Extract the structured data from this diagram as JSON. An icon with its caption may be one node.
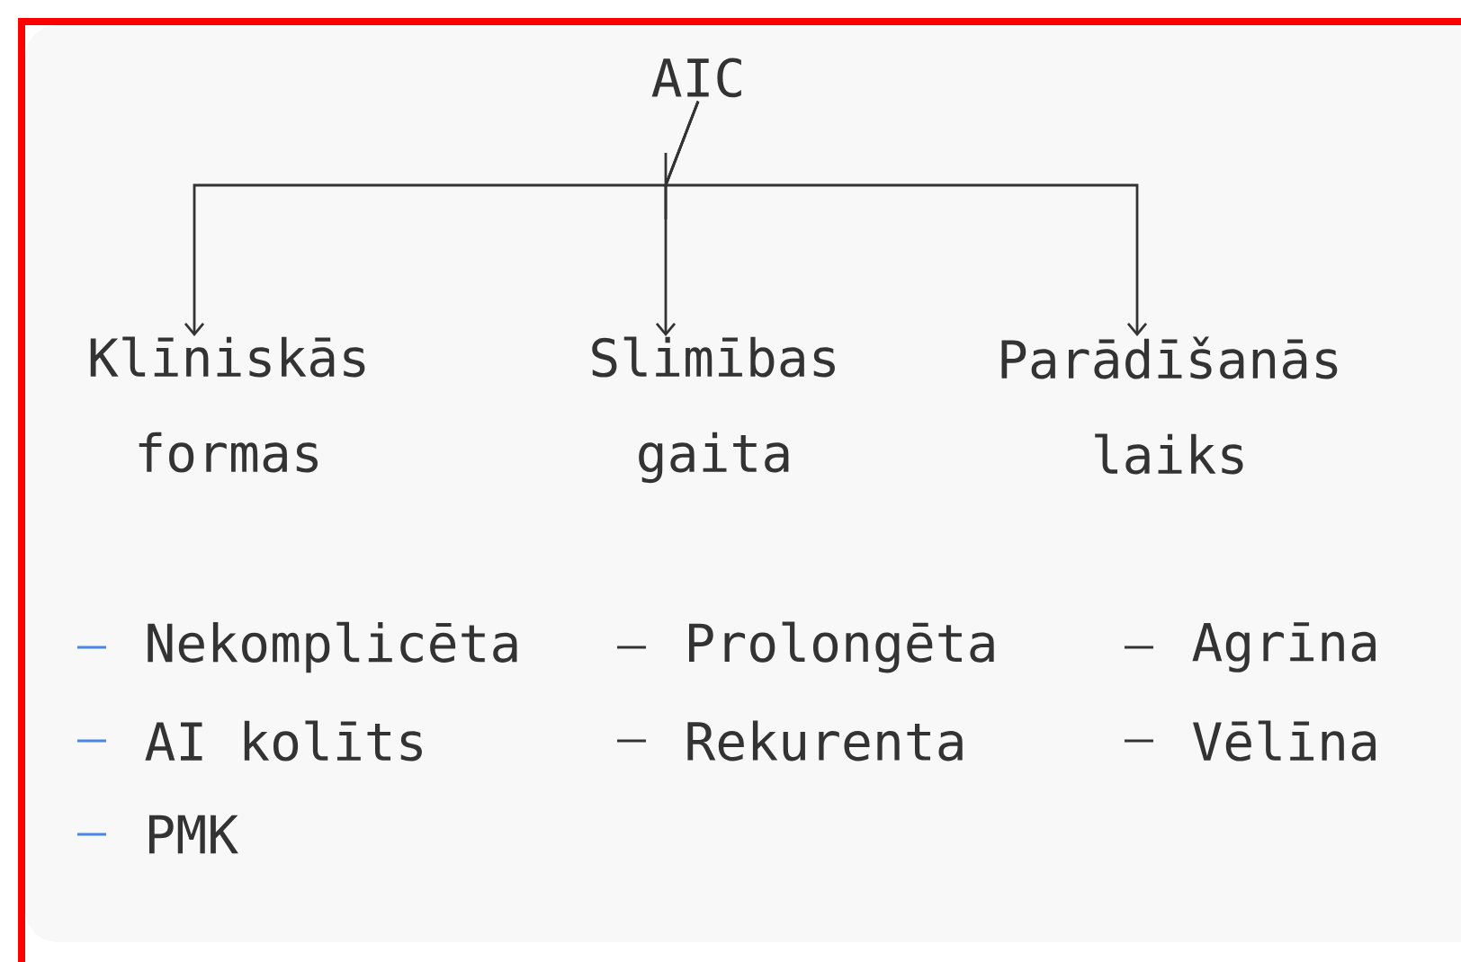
{
  "diagram": {
    "nodes": [
      {
        "text": [
          "AIC"
        ]
      },
      {
        "text": [
          "Klīniskās formas"
        ],
        "beside": [
          "Nekomplicēta",
          "AI kolīts",
          "PMK"
        ]
      },
      {
        "text": [
          "Slimības gaita"
        ],
        "beside": [
          "Prolongēta",
          "Rekurenta"
        ]
      },
      {
        "text": [
          "Parādīšanās laiks"
        ],
        "beside": [
          "Agrīna",
          "Vēlīna"
        ]
      }
    ],
    "edges": [
      {
        "from": 0,
        "to": 1,
        "arrow": "to"
      },
      {
        "from": 0,
        "to": 2,
        "arrow": "to"
      },
      {
        "from": 0,
        "to": 3,
        "arrow": "to"
      }
    ]
  }
}
